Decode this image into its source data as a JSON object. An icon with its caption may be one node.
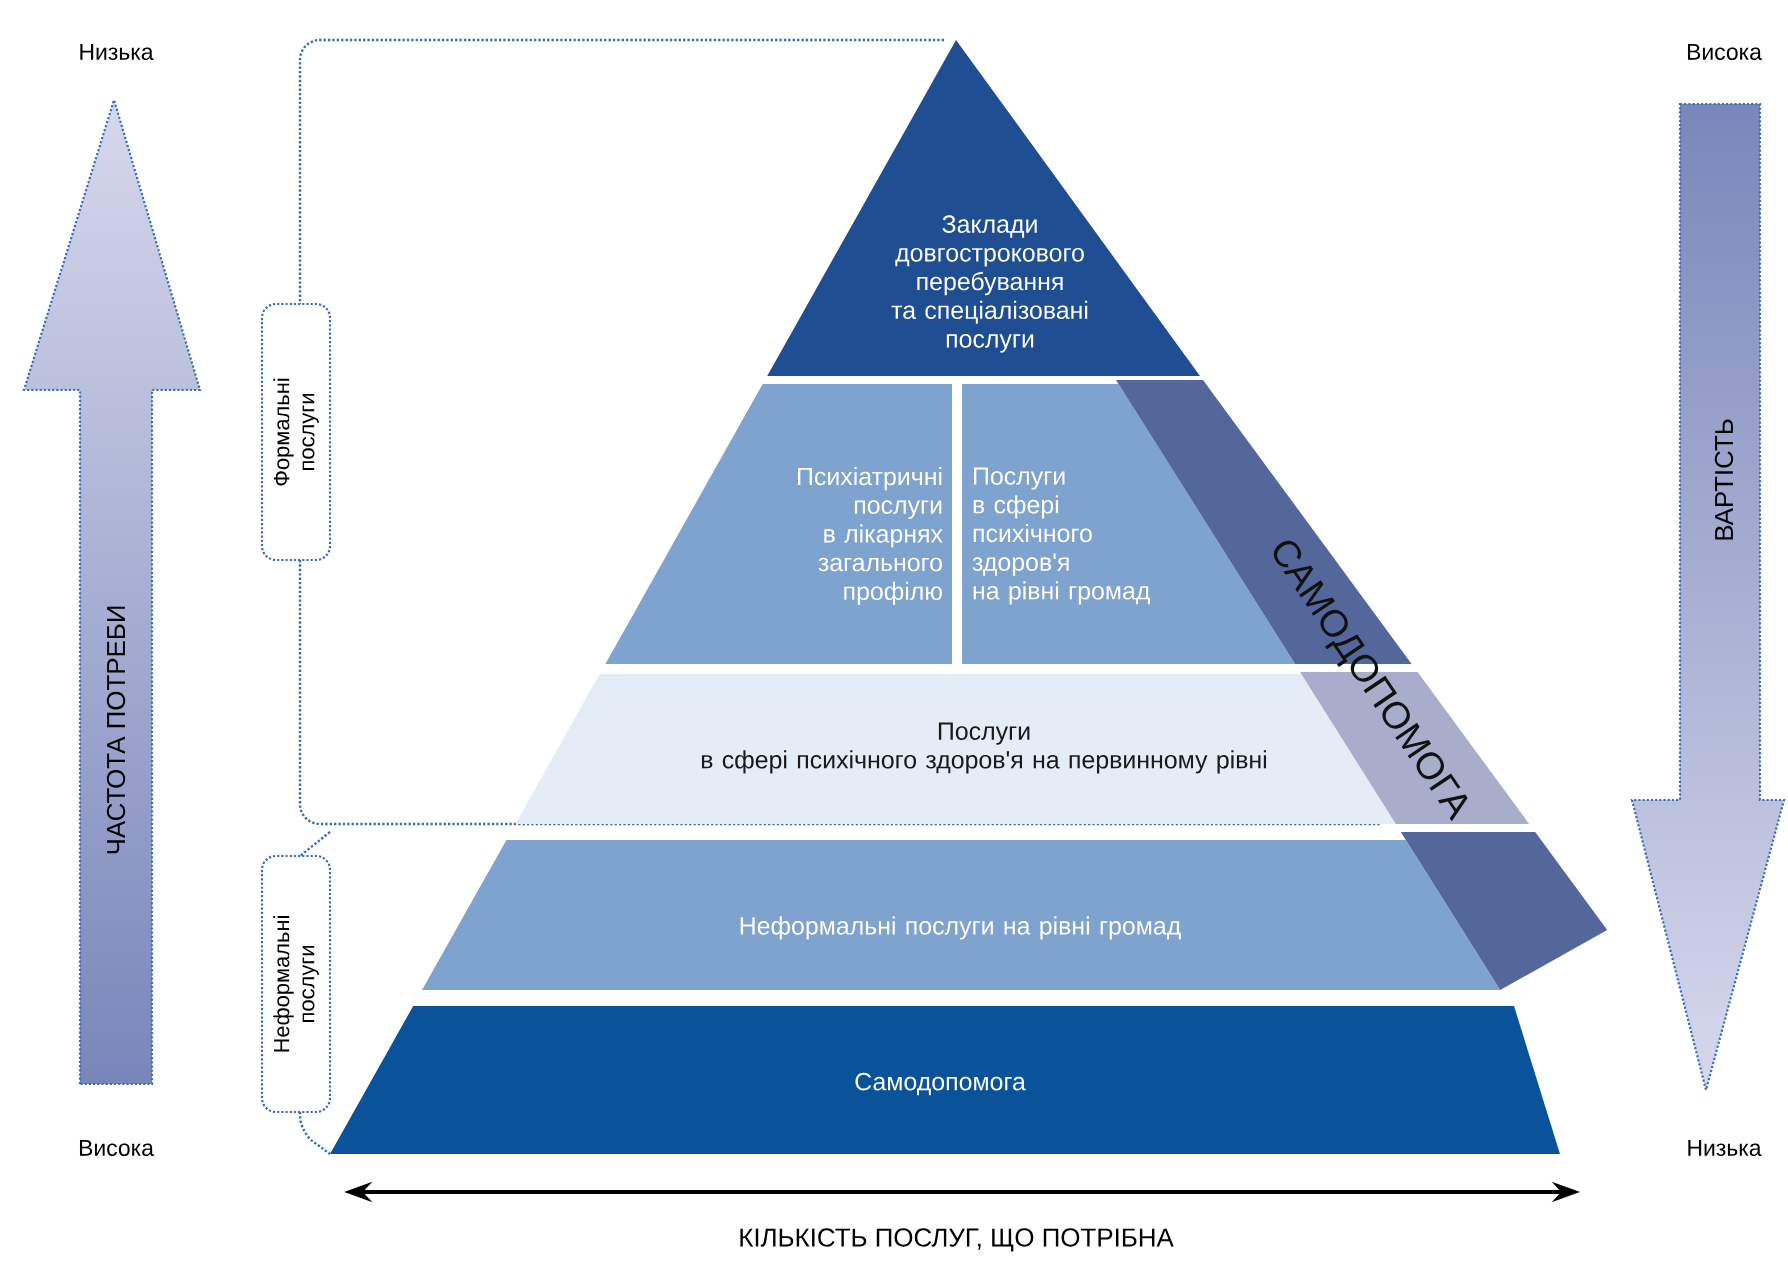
{
  "diagram": {
    "nodes": [
      {
        "text": [
          "Заклади довгострокового перебування та спеціалізовані послуги"
        ]
      },
      {
        "text": [
          "Психіатричні послуги в лікарнях загального профілю"
        ]
      },
      {
        "text": [
          "Послуги в сфері психічного здоров'я на рівні громад"
        ]
      },
      {
        "text": [
          "Послуги в сфері психічного здоров'я на первинному рівні"
        ]
      },
      {
        "text": [
          "Неформальні послуги на рівні громад"
        ]
      },
      {
        "text": [
          "Самодопомога"
        ]
      },
      {
        "text": [
          "САМОДОПОМОГА"
        ]
      },
      {
        "text": [
          "Формальні послуги"
        ]
      },
      {
        "text": [
          "Неформальні послуги"
        ]
      },
      {
        "text": [
          "ЧАСТОТА ПОТРЕБИ"
        ]
      },
      {
        "text": [
          "ВАРТІСТЬ"
        ]
      }
    ],
    "labels": [
      "Низька",
      "Висока",
      "Висока",
      "Низька",
      "КІЛЬКІСТЬ ПОСЛУГ, ЩО ПОТРІБНА"
    ]
  }
}
